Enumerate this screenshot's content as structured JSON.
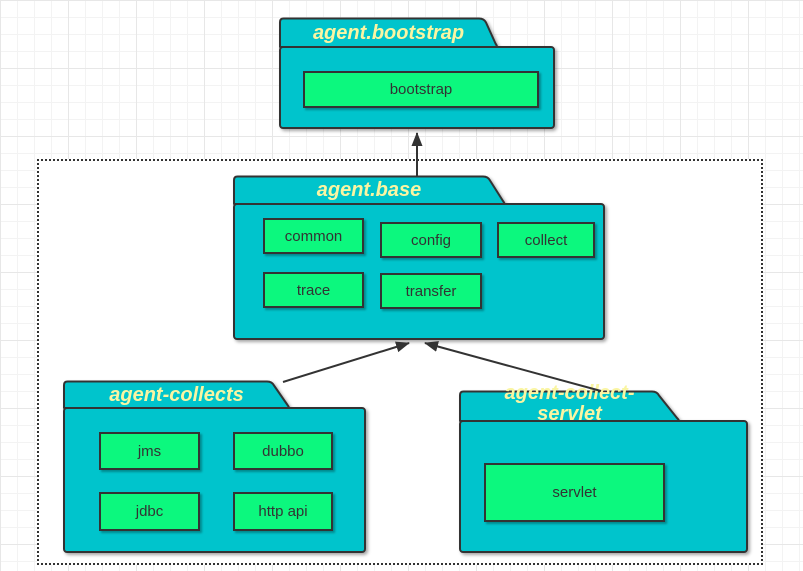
{
  "diagram": {
    "packages": {
      "bootstrap": {
        "title": "agent.bootstrap",
        "modules": [
          "bootstrap"
        ]
      },
      "base": {
        "title": "agent.base",
        "modules": [
          "common",
          "config",
          "collect",
          "trace",
          "transfer"
        ]
      },
      "collects": {
        "title": "agent-collects",
        "modules": [
          "jms",
          "dubbo",
          "jdbc",
          "http api"
        ]
      },
      "collect_servlet": {
        "title_line1": "agent-collect-",
        "title_line2": "servlet",
        "modules": [
          "servlet"
        ]
      }
    },
    "relations": [
      {
        "from": "agent.base",
        "to": "agent.bootstrap"
      },
      {
        "from": "agent-collects",
        "to": "agent.base"
      },
      {
        "from": "agent-collect-servlet",
        "to": "agent.base"
      }
    ],
    "colors": {
      "package_fill": "#00C4CC",
      "module_fill": "#0CF87E",
      "border": "#333333",
      "title_text": "#FAF5A2",
      "label_text": "#333333"
    }
  }
}
